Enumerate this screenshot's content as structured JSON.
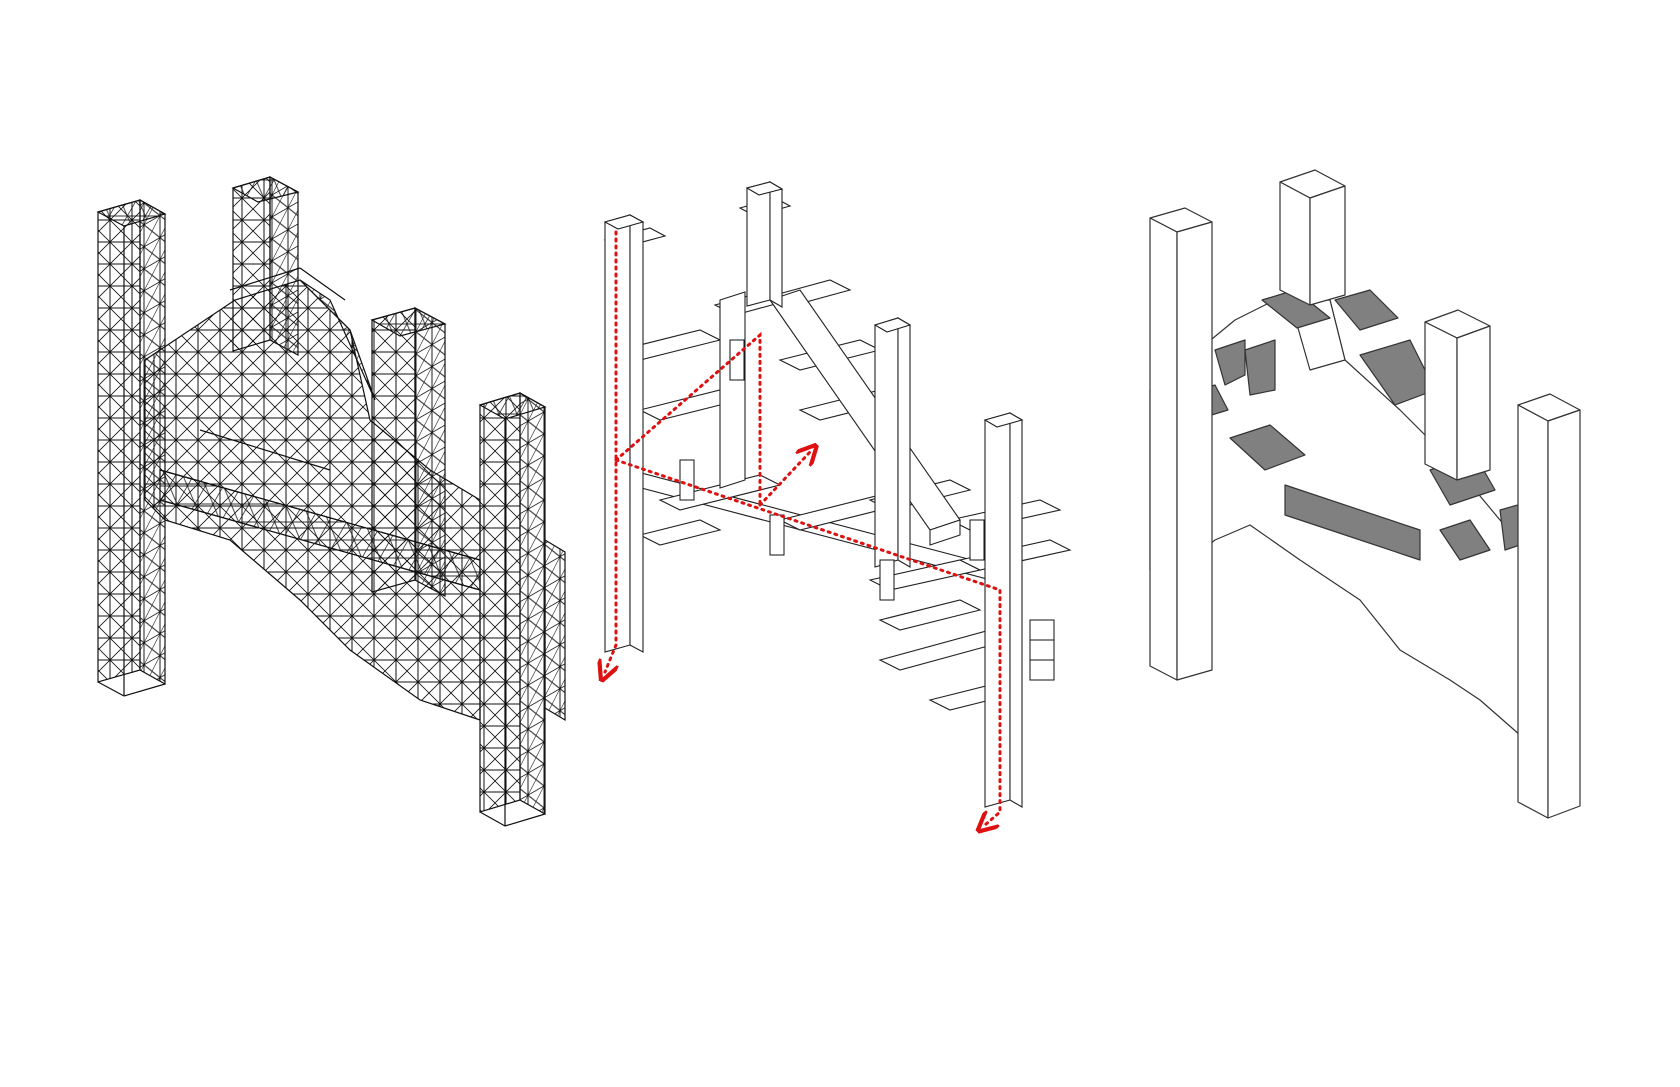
{
  "figure": {
    "panels": [
      {
        "id": "structure",
        "style": "wireframe lattice",
        "stroke_color": "#111111"
      },
      {
        "id": "circulation",
        "style": "slabs and cores with circulation path",
        "stroke_color": "#222222",
        "path_color": "#dd1111"
      },
      {
        "id": "massing",
        "style": "solid massing",
        "stroke_color": "#333333",
        "fill_color": "#ffffff",
        "shade_color": "#808080"
      }
    ]
  }
}
